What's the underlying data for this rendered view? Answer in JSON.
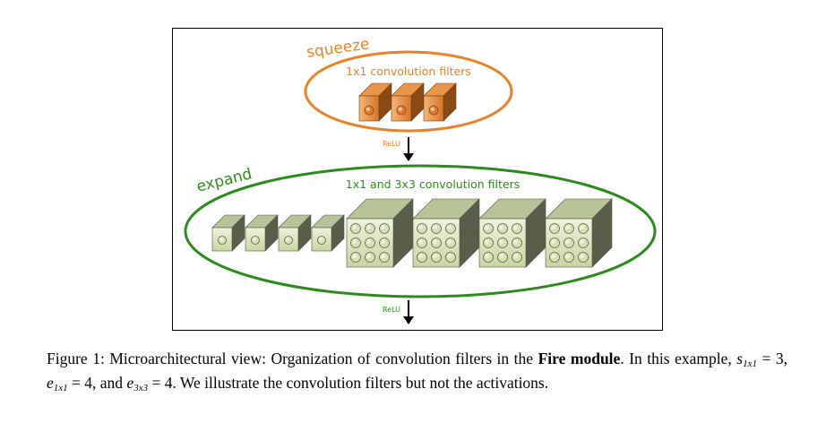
{
  "figure": {
    "squeeze": {
      "label": "squeeze",
      "sublabel": "1x1 convolution filters",
      "relu_label": "ReLU",
      "color": "#e8832a",
      "filter_count": 3
    },
    "expand": {
      "label": "expand",
      "sublabel": "1x1 and 3x3 convolution filters",
      "relu_label": "ReLU",
      "color": "#2e8a1e",
      "filter_1x1_count": 4,
      "filter_3x3_count": 4
    }
  },
  "caption": {
    "prefix": "Figure 1: Microarchitectural view: Organization of convolution filters in the ",
    "bold": "Fire module",
    "line1_rest": ". In this example, ",
    "s_sym": "s",
    "s_sub": "1x1",
    "s_val": " = 3, ",
    "e1_sym": "e",
    "e1_sub": "1x1",
    "e1_val": " = 4, and ",
    "e3_sym": "e",
    "e3_sub": "3x3",
    "e3_val": " = 4.  We illustrate the convolution filters but not the activations."
  }
}
